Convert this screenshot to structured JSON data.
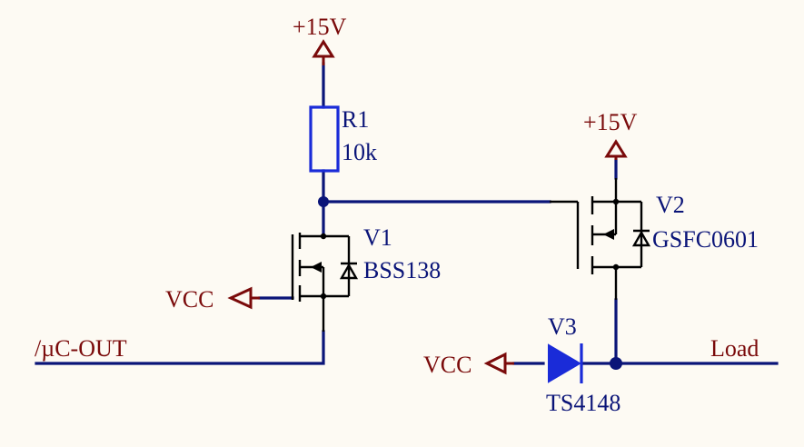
{
  "colors": {
    "background": "#fdfaf3",
    "wire": "#0a1478",
    "power": "#7a0a0a",
    "component_label": "#0a1478",
    "symbol": "#000000",
    "resistor": "#1a2bd8",
    "diode": "#1a2bd8"
  },
  "power": {
    "top": "+15V",
    "top2": "+15V",
    "vcc_v1": "VCC",
    "vcc_v3": "VCC"
  },
  "nets": {
    "input": "/µC-OUT",
    "output": "Load"
  },
  "components": {
    "r1": {
      "ref": "R1",
      "value": "10k"
    },
    "v1": {
      "ref": "V1",
      "value": "BSS138"
    },
    "v2": {
      "ref": "V2",
      "value": "GSFC0601"
    },
    "v3": {
      "ref": "V3",
      "value": "TS4148"
    }
  }
}
